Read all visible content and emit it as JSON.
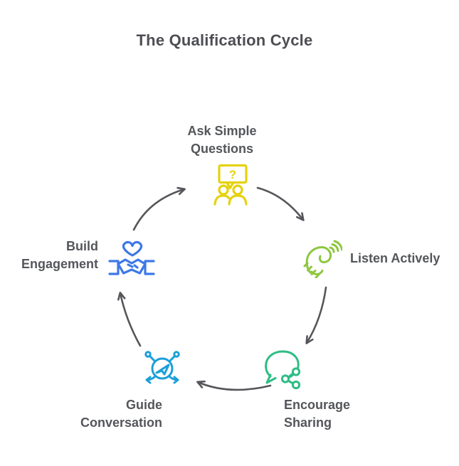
{
  "title": "The Qualification Cycle",
  "colors": {
    "title_text": "#4d4e53",
    "label_text": "#54565a",
    "arrow": "#55565a",
    "ask_yellow": "#e5d20e",
    "listen_green": "#8dc63f",
    "share_green": "#2ebd85",
    "guide_blue": "#1b9fd9",
    "engage_blue": "#3d78e8"
  },
  "nodes": [
    {
      "id": "ask-simple-questions",
      "line1": "Ask Simple",
      "line2": "Questions",
      "icon": "people-question-bubble-icon",
      "icon_text": "?"
    },
    {
      "id": "listen-actively",
      "line1": "Listen Actively",
      "icon": "listening-ear-icon"
    },
    {
      "id": "encourage-sharing",
      "line1": "Encourage",
      "line2": "Sharing",
      "icon": "speech-bubble-share-icon"
    },
    {
      "id": "guide-conversation",
      "line1": "Guide",
      "line2": "Conversation",
      "icon": "navigation-send-icon"
    },
    {
      "id": "build-engagement",
      "line1": "Build",
      "line2": "Engagement",
      "icon": "handshake-heart-icon"
    }
  ]
}
